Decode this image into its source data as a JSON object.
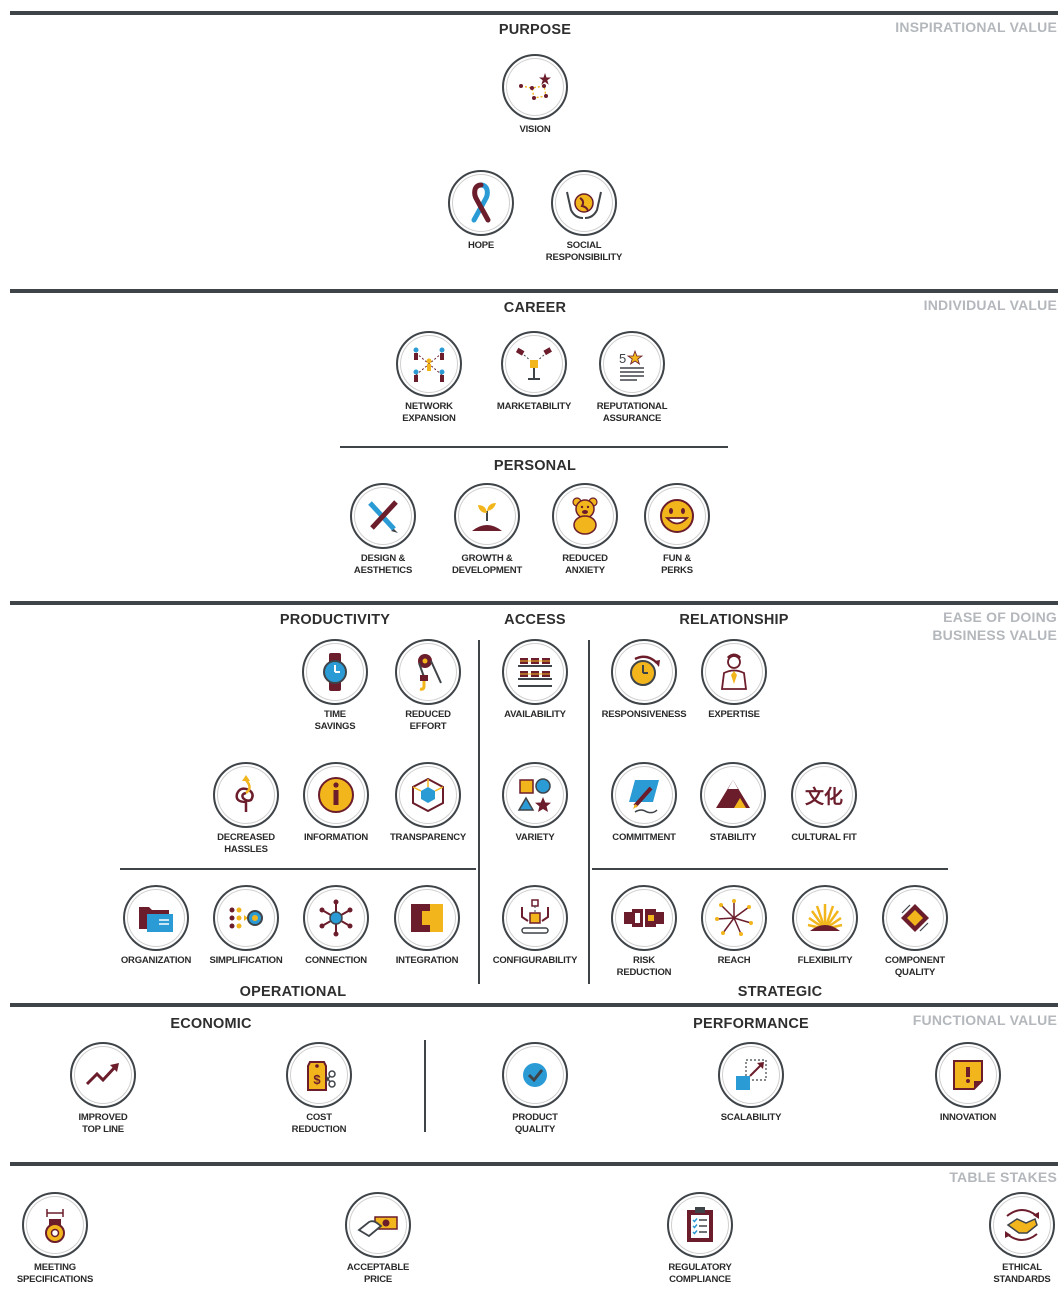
{
  "tiers": {
    "inspirational": "INSPIRATIONAL VALUE",
    "individual": "INDIVIDUAL VALUE",
    "ease_line1": "EASE OF DOING",
    "ease_line2": "BUSINESS VALUE",
    "functional": "FUNCTIONAL VALUE",
    "table_stakes": "TABLE STAKES"
  },
  "headings": {
    "purpose": "PURPOSE",
    "career": "CAREER",
    "personal": "PERSONAL",
    "productivity": "PRODUCTIVITY",
    "access": "ACCESS",
    "relationship": "RELATIONSHIP",
    "operational": "OPERATIONAL",
    "strategic": "STRATEGIC",
    "economic": "ECONOMIC",
    "performance": "PERFORMANCE"
  },
  "elements": {
    "vision": {
      "label": "VISION",
      "icon": "constellation-icon"
    },
    "hope": {
      "label": "HOPE",
      "icon": "ribbon-icon"
    },
    "social_responsibility": {
      "label": "SOCIAL\nRESPONSIBILITY",
      "icon": "hands-globe-icon"
    },
    "network_expansion": {
      "label": "NETWORK\nEXPANSION",
      "icon": "network-people-icon"
    },
    "marketability": {
      "label": "MARKETABILITY",
      "icon": "spotlight-podium-icon"
    },
    "reputational_assurance": {
      "label": "REPUTATIONAL\nASSURANCE",
      "icon": "five-star-review-icon"
    },
    "design_aesthetics": {
      "label": "DESIGN &\nAESTHETICS",
      "icon": "pencil-brush-icon"
    },
    "growth_development": {
      "label": "GROWTH &\nDEVELOPMENT",
      "icon": "sprout-icon"
    },
    "reduced_anxiety": {
      "label": "REDUCED\nANXIETY",
      "icon": "teddy-bear-icon"
    },
    "fun_perks": {
      "label": "FUN &\nPERKS",
      "icon": "smiley-icon"
    },
    "time_savings": {
      "label": "TIME\nSAVINGS",
      "icon": "wristwatch-icon"
    },
    "reduced_effort": {
      "label": "REDUCED\nEFFORT",
      "icon": "pulley-hook-icon"
    },
    "availability": {
      "label": "AVAILABILITY",
      "icon": "shelves-icon"
    },
    "responsiveness": {
      "label": "RESPONSIVENESS",
      "icon": "clock-arrow-icon"
    },
    "expertise": {
      "label": "EXPERTISE",
      "icon": "expert-person-icon"
    },
    "decreased_hassles": {
      "label": "DECREASED\nHASSLES",
      "icon": "untangled-arrow-icon"
    },
    "information": {
      "label": "INFORMATION",
      "icon": "info-icon"
    },
    "transparency": {
      "label": "TRANSPARENCY",
      "icon": "transparent-cube-icon"
    },
    "variety": {
      "label": "VARIETY",
      "icon": "shapes-icon"
    },
    "commitment": {
      "label": "COMMITMENT",
      "icon": "signing-pen-icon"
    },
    "stability": {
      "label": "STABILITY",
      "icon": "mountain-icon"
    },
    "cultural_fit": {
      "label": "CULTURAL FIT",
      "icon": "culture-glyph-icon",
      "glyph": "文化"
    },
    "organization": {
      "label": "ORGANIZATION",
      "icon": "folders-icon"
    },
    "simplification": {
      "label": "SIMPLIFICATION",
      "icon": "dots-funnel-icon"
    },
    "connection": {
      "label": "CONNECTION",
      "icon": "hub-spokes-icon"
    },
    "integration": {
      "label": "INTEGRATION",
      "icon": "interlock-block-icon"
    },
    "configurability": {
      "label": "CONFIGURABILITY",
      "icon": "robot-arm-icon"
    },
    "risk_reduction": {
      "label": "RISK\nREDUCTION",
      "icon": "seatbelt-buckle-icon"
    },
    "reach": {
      "label": "REACH",
      "icon": "starburst-arrows-icon"
    },
    "flexibility": {
      "label": "FLEXIBILITY",
      "icon": "sunburst-icon"
    },
    "component_quality": {
      "label": "COMPONENT\nQUALITY",
      "icon": "chip-icon"
    },
    "improved_top_line": {
      "label": "IMPROVED\nTOP LINE",
      "icon": "trend-up-icon"
    },
    "cost_reduction": {
      "label": "COST\nREDUCTION",
      "icon": "price-tag-scissors-icon"
    },
    "product_quality": {
      "label": "PRODUCT\nQUALITY",
      "icon": "checkmark-icon"
    },
    "scalability": {
      "label": "SCALABILITY",
      "icon": "expand-square-icon"
    },
    "innovation": {
      "label": "INNOVATION",
      "icon": "sticky-note-icon"
    },
    "meeting_specifications": {
      "label": "MEETING\nSPECIFICATIONS",
      "icon": "measure-washer-icon"
    },
    "acceptable_price": {
      "label": "ACCEPTABLE\nPRICE",
      "icon": "hand-money-icon"
    },
    "regulatory_compliance": {
      "label": "REGULATORY\nCOMPLIANCE",
      "icon": "clipboard-checklist-icon"
    },
    "ethical_standards": {
      "label": "ETHICAL\nSTANDARDS",
      "icon": "handshake-icon"
    }
  },
  "colors": {
    "maroon": "#6b1d2b",
    "gold": "#f2b51c",
    "blue": "#2b9bd6",
    "frame": "#3f4449",
    "tier_grey": "#b4b8bc"
  }
}
